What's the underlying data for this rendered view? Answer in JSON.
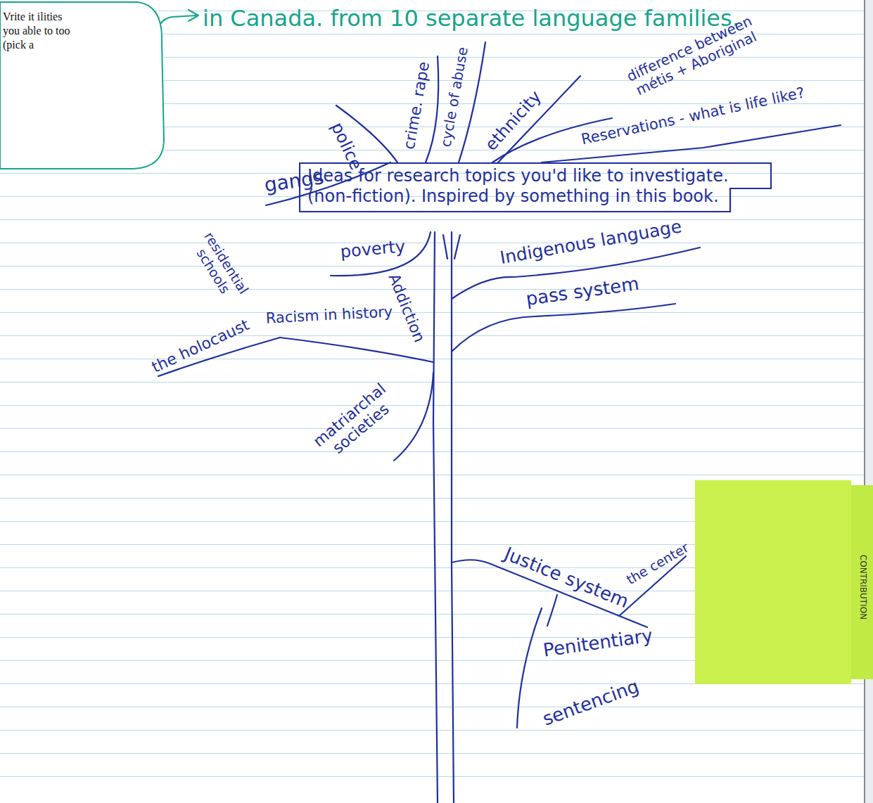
{
  "diagram": {
    "nodes": [
      {
        "text": [
          "Vrite it ilities you able to too (pick a"
        ]
      },
      {
        "text": [
          "Ideas for research topics you'd like to investigate. (non-fiction). Inspired by something in this book."
        ]
      }
    ],
    "labels": [
      "in Canada. from 10 separate language families.",
      "cycle of abuse",
      "crime. rape",
      "difference between métis + Aboriginal",
      "police",
      "ethnicity",
      "Reservations - what is life like?",
      "gangs",
      "poverty",
      "Indigenous language",
      "pass system",
      "residential schools",
      "Racism in history",
      "Addiction",
      "the holocaust",
      "matriarchal societies",
      "the center",
      "Justice system",
      "Penitentiary",
      "sentencing",
      "CONTRIBUTION"
    ]
  }
}
